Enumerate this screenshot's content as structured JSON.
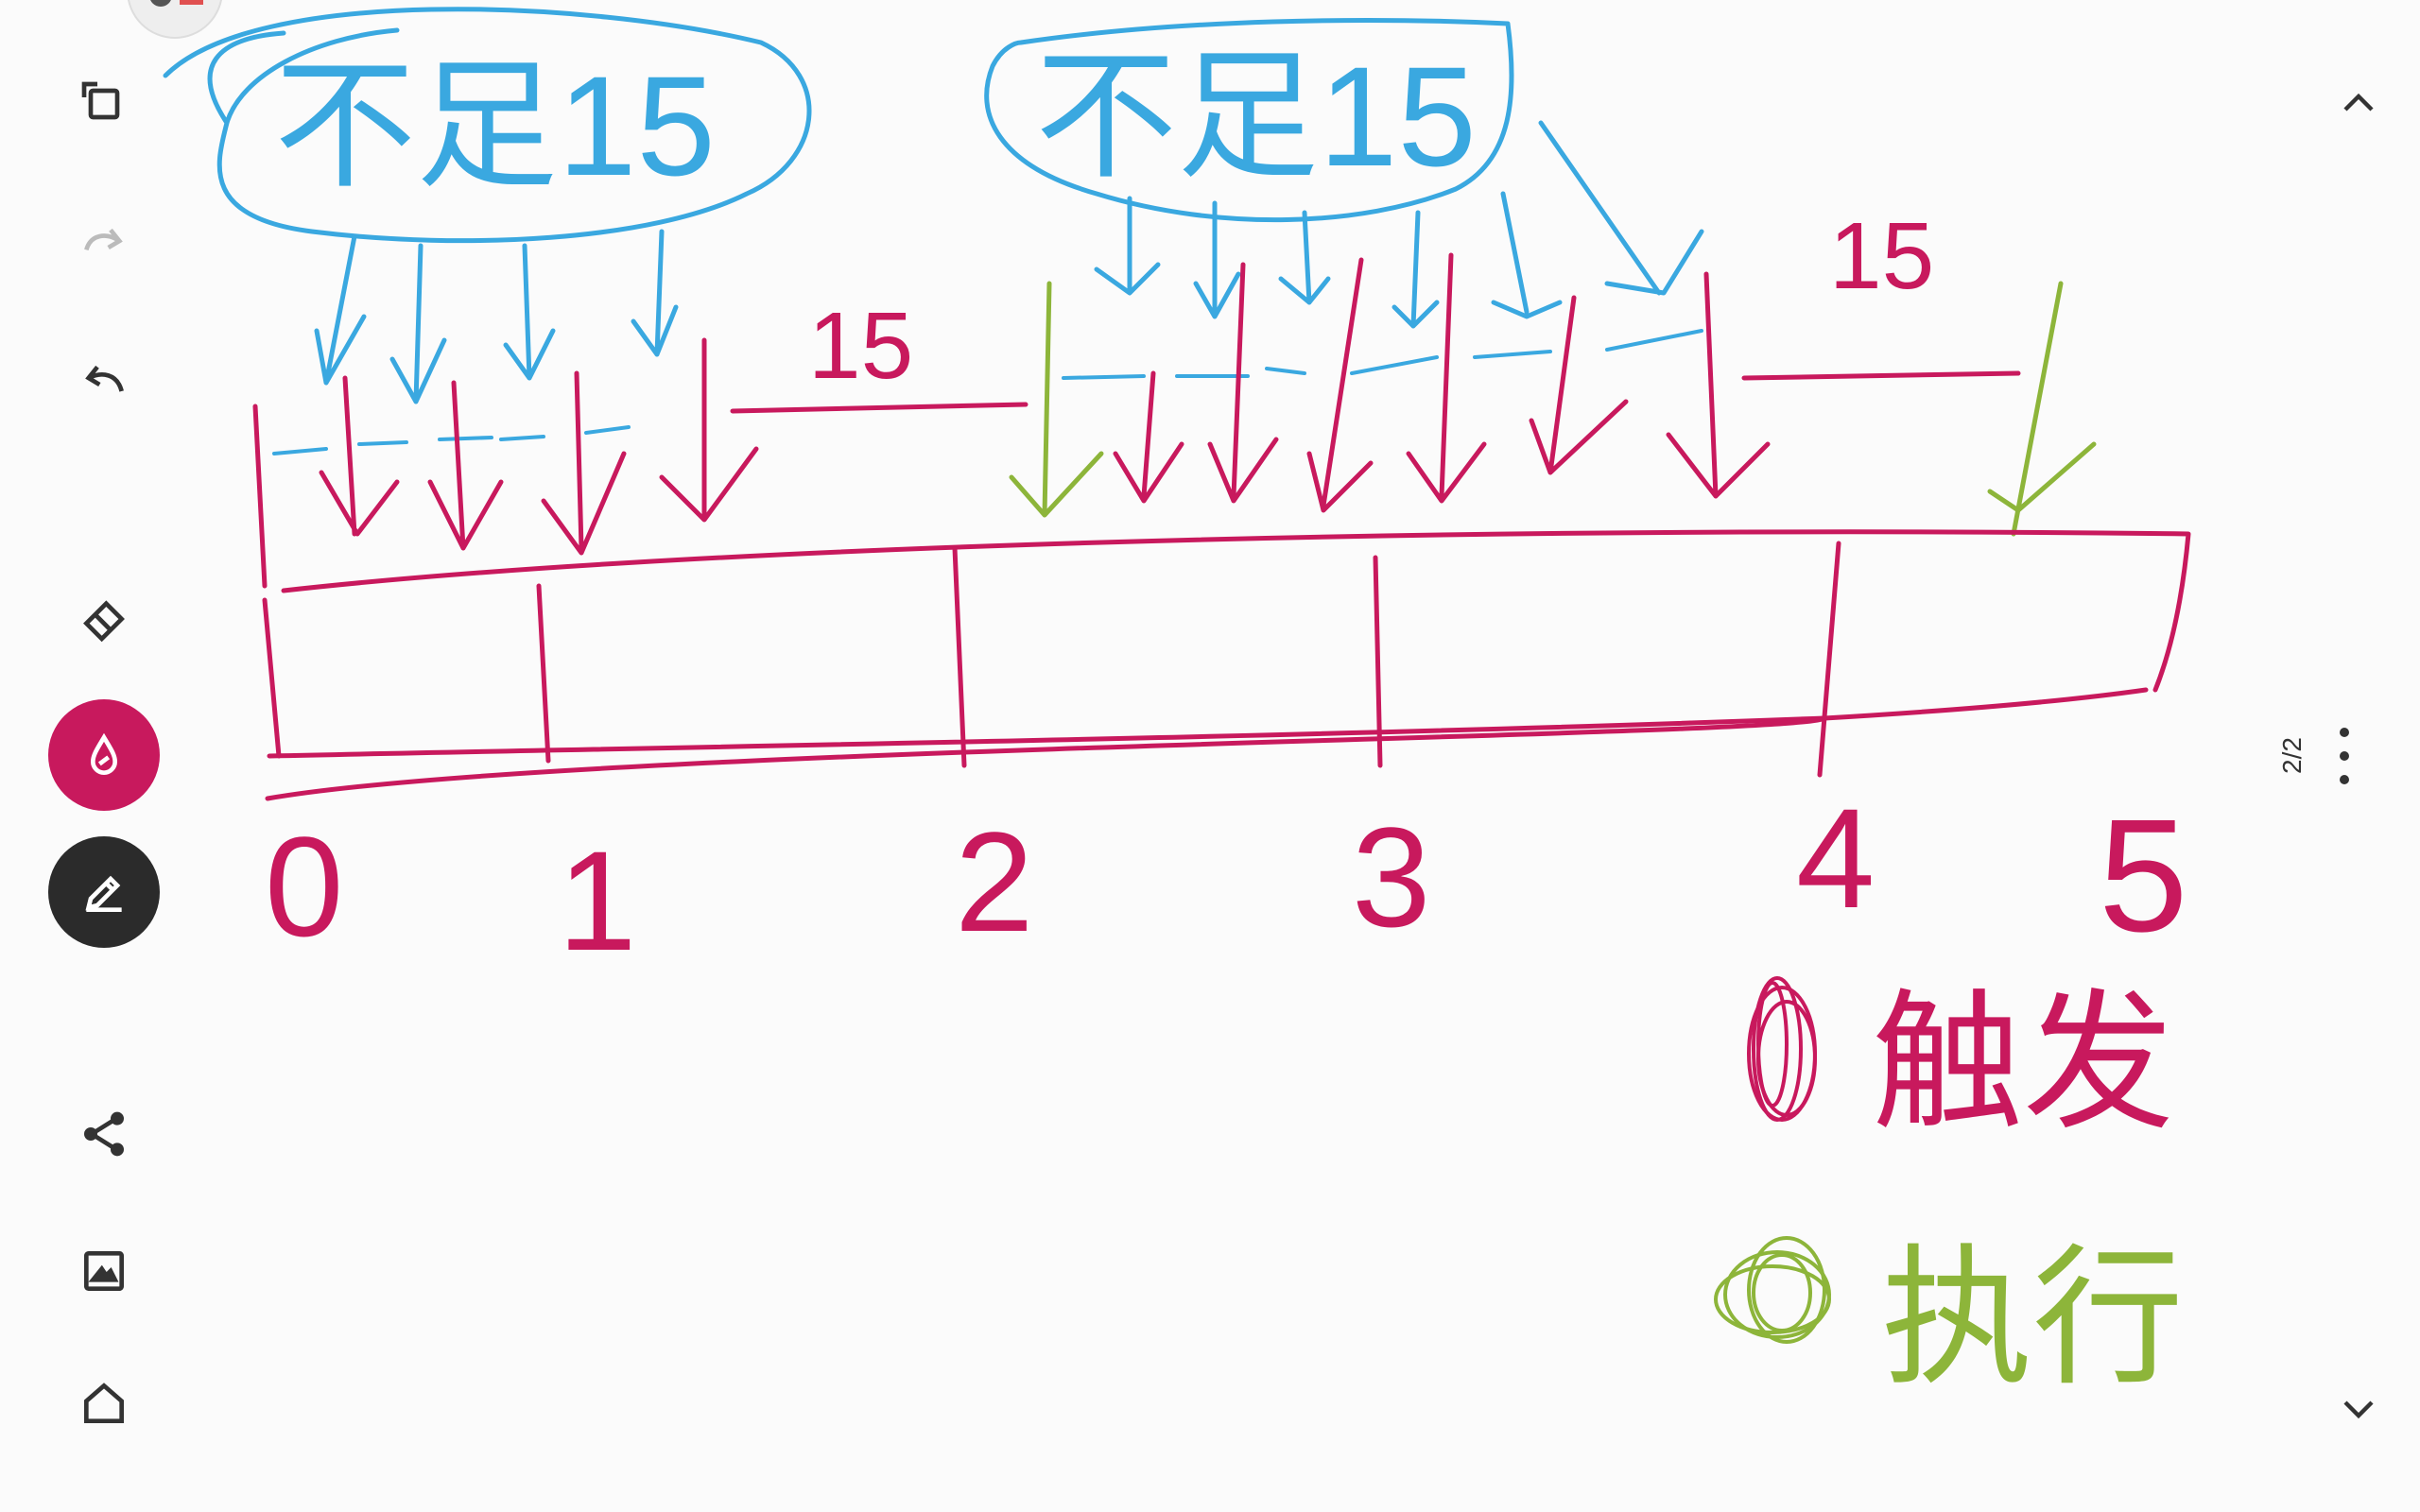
{
  "app": {
    "page_indicator": "2/2"
  },
  "toolbar": {
    "tools": [
      {
        "name": "resize-icon"
      },
      {
        "name": "redo-icon"
      },
      {
        "name": "undo-icon"
      },
      {
        "name": "eraser-icon"
      },
      {
        "name": "pen-color-icon",
        "color": "#c8195d"
      },
      {
        "name": "pen-edit-icon"
      },
      {
        "name": "share-icon"
      },
      {
        "name": "image-icon"
      },
      {
        "name": "home-icon"
      }
    ]
  },
  "nav": {
    "up": "chevron-up-icon",
    "down": "chevron-down-icon"
  },
  "drawing": {
    "cloud_labels": [
      "不足15",
      "不足15"
    ],
    "gap_labels": [
      "15",
      "15"
    ],
    "tick_numbers": [
      "0",
      "1",
      "2",
      "3",
      "4",
      "5"
    ],
    "legend": [
      {
        "text": "触发",
        "color": "#c8195d"
      },
      {
        "text": "执行",
        "color": "#8db53a"
      }
    ],
    "colors": {
      "blue": "#3aa8e0",
      "magenta": "#c8195d",
      "green": "#8db53a"
    }
  }
}
